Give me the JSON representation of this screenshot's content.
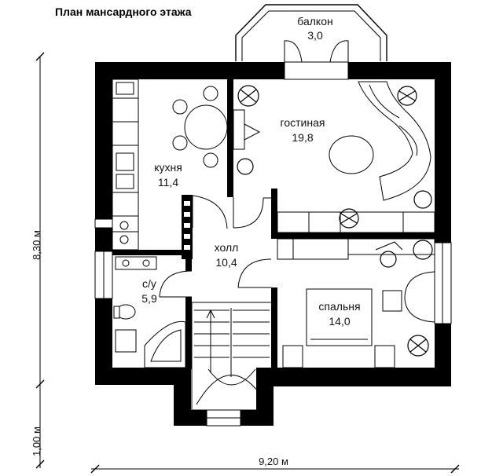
{
  "title": "План мансардного этажа",
  "rooms": [
    {
      "name": "балкон",
      "area": "3,0"
    },
    {
      "name": "гостиная",
      "area": "19,8"
    },
    {
      "name": "кухня",
      "area": "11,4"
    },
    {
      "name": "холл",
      "area": "10,4"
    },
    {
      "name": "с/у",
      "area": "5,9"
    },
    {
      "name": "спальня",
      "area": "14,0"
    }
  ],
  "dimensions": {
    "height_main": "8,30 м",
    "height_extra": "1,00 м",
    "width": "9,20 м"
  }
}
